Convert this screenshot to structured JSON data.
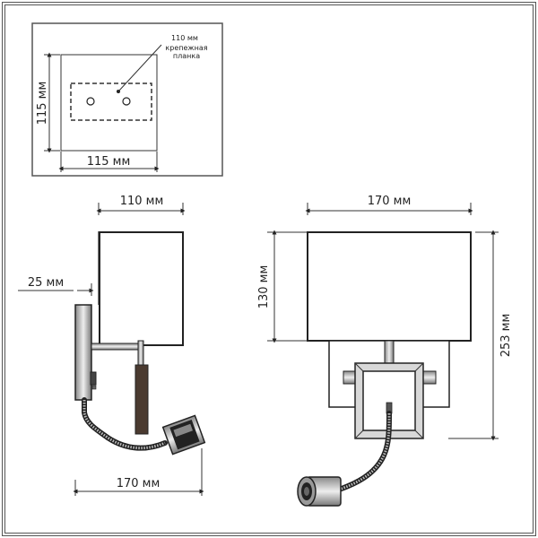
{
  "inset": {
    "width_label": "115 мм",
    "height_label": "115 мм",
    "plate_width_label": "110 мм",
    "plate_name_line1": "крепежная",
    "plate_name_line2": "планка"
  },
  "side_view": {
    "shade_width_label": "110 мм",
    "wall_offset_label": "25 мм",
    "arm_reach_label": "170 мм"
  },
  "front_view": {
    "shade_width_label": "170 мм",
    "shade_height_label": "130 мм",
    "total_height_label": "253 мм"
  }
}
